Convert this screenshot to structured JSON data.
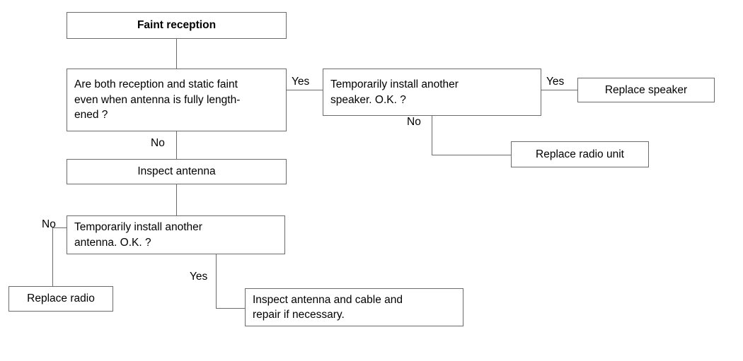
{
  "diagram": {
    "title": "Faint reception troubleshooting flowchart",
    "line_color": "#6b6b6b",
    "text_color": "#000000",
    "background": "#ffffff",
    "nodes": {
      "start": {
        "label": "Faint reception"
      },
      "question_reception_static": {
        "line1": "Are both reception and static faint",
        "line2": "even when antenna is fully length-",
        "line3": "ened ?"
      },
      "temp_speaker": {
        "line1": "Temporarily install another",
        "line2": "speaker. O.K. ?"
      },
      "replace_speaker": {
        "label": "Replace speaker"
      },
      "replace_radio_unit": {
        "label": "Replace radio unit"
      },
      "inspect_antenna": {
        "label": "Inspect antenna"
      },
      "temp_antenna": {
        "line1": "Temporarily install another",
        "line2": "antenna. O.K. ?"
      },
      "replace_radio": {
        "label": "Replace radio"
      },
      "inspect_cable": {
        "line1": "Inspect antenna and cable and",
        "line2": "repair if necessary."
      }
    },
    "edge_labels": {
      "question_yes": "Yes",
      "question_no": "No",
      "speaker_yes": "Yes",
      "speaker_no": "No",
      "antenna_no": "No",
      "antenna_yes": "Yes"
    }
  }
}
